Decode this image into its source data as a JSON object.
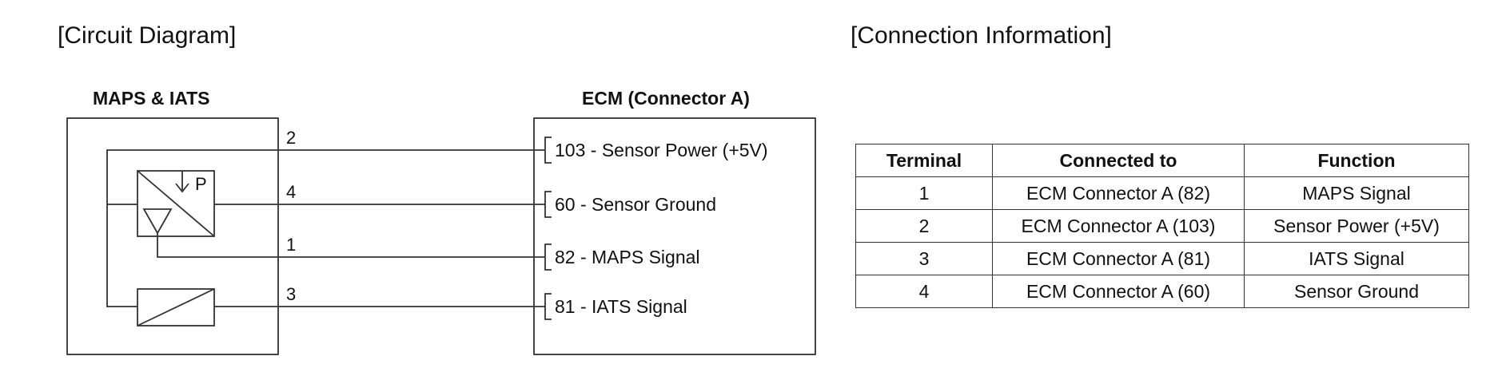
{
  "titles": {
    "circuit": "[Circuit Diagram]",
    "connection": "[Connection Information]"
  },
  "sensor_box": {
    "label": "MAPS & IATS",
    "pressure_symbol": "P",
    "pins": [
      "2",
      "4",
      "1",
      "3"
    ]
  },
  "ecm_box": {
    "label": "ECM (Connector A)",
    "terminals": [
      "103 - Sensor Power (+5V)",
      "60 - Sensor Ground",
      "82 - MAPS Signal",
      "81 - IATS Signal"
    ]
  },
  "table": {
    "headers": [
      "Terminal",
      "Connected to",
      "Function"
    ],
    "rows": [
      [
        "1",
        "ECM Connector A (82)",
        "MAPS Signal"
      ],
      [
        "2",
        "ECM Connector A (103)",
        "Sensor Power (+5V)"
      ],
      [
        "3",
        "ECM Connector A (81)",
        "IATS Signal"
      ],
      [
        "4",
        "ECM Connector A (60)",
        "Sensor Ground"
      ]
    ]
  },
  "colors": {
    "line": "#333333",
    "text": "#111111",
    "background": "#ffffff"
  }
}
